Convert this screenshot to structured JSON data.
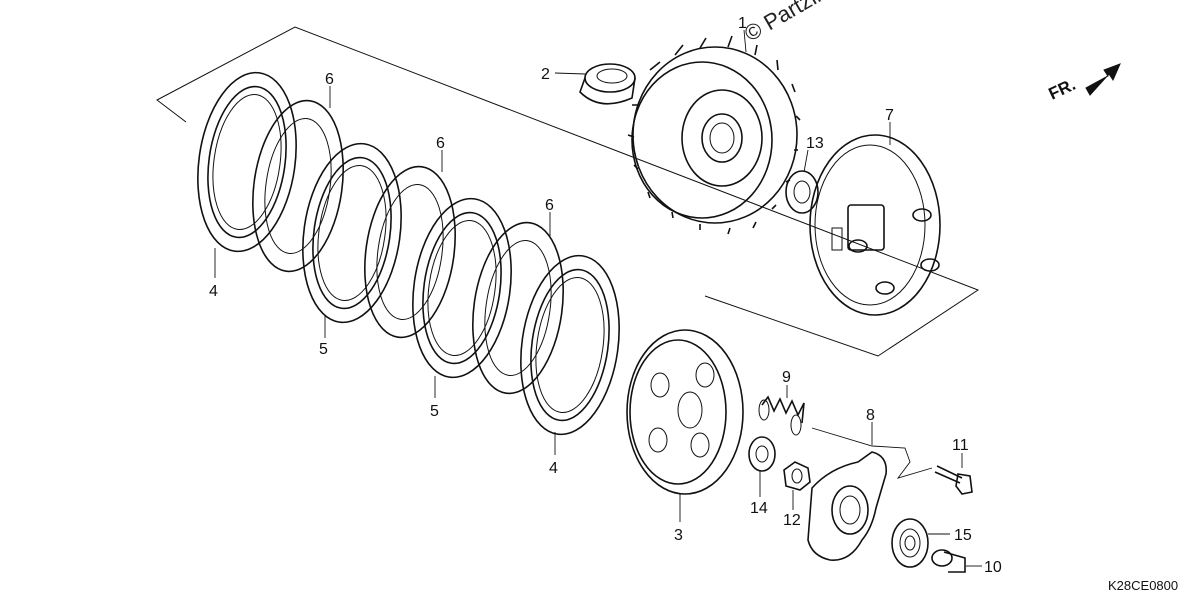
{
  "watermark": "© Partzilla.c",
  "direction_label": "FR.",
  "diagram_code": "K28CE0800",
  "callouts": {
    "c1": "1",
    "c2": "2",
    "c3": "3",
    "c4a": "4",
    "c4b": "4",
    "c5a": "5",
    "c5b": "5",
    "c6a": "6",
    "c6b": "6",
    "c6c": "6",
    "c7": "7",
    "c8": "8",
    "c9": "9",
    "c10": "10",
    "c11": "11",
    "c12": "12",
    "c13": "13",
    "c14": "14",
    "c15": "15"
  },
  "colors": {
    "line": "#111111",
    "background": "#ffffff"
  }
}
